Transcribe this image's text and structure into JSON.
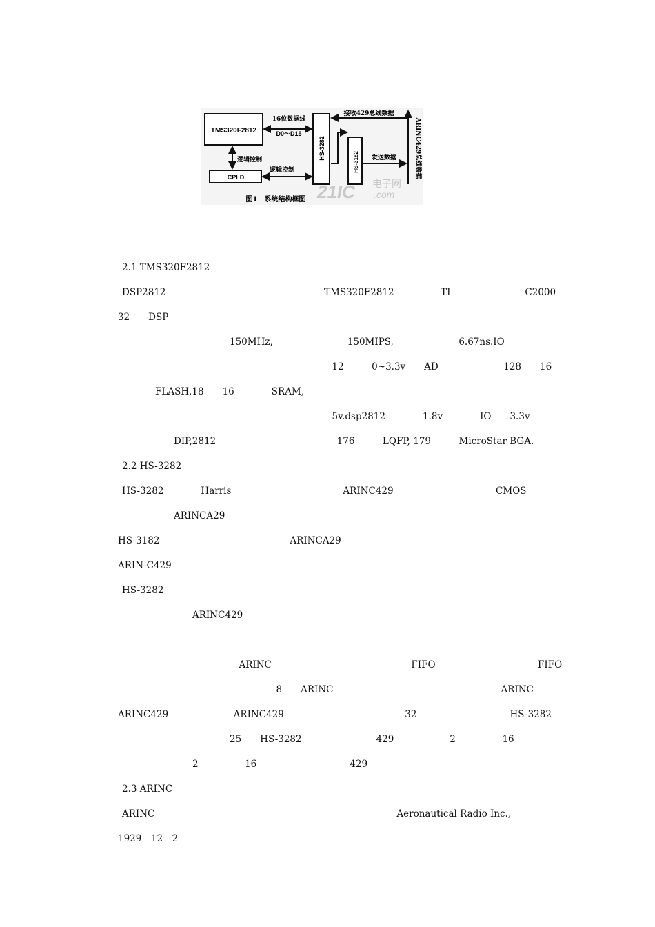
{
  "figure": {
    "cpu_label": "TMS320F2812",
    "cpld_label": "CPLD",
    "bus_label_1": "16位数据线",
    "bus_label_2": "D0～D15",
    "logic_ctrl_1": "逻辑控制",
    "logic_ctrl_2": "逻辑控制",
    "hs3282_label": "HS-3282",
    "hs3182_label": "HS-3182",
    "receive_label": "接收429总线数据",
    "send_label": "发送数据",
    "arinc_bus_label": "ARINC429总线数据",
    "watermark_main": "21IC",
    "watermark_sub": "电子网",
    "watermark_com": ".com",
    "caption": "图1　系统结构框图"
  },
  "lines": [
    "2.1 TMS320F2812",
    "DSP2812　　　　　　　　　　　　　　　　　TMS320F2812　　　　　TI　　　　　　　　C2000　　　",
    "　　32　　DSP　　　　　　　　　　　　　　　　　　　　　　　　　　　　　　　",
    "　　　　　　　　　　　　　　150MHz,　　　　　　　　150MIPS,　　　　　　　6.67ns.IO　　　　",
    "　　　　　　　　　　　　　　　　　　　　　　　　　12　　　0~3.3v　　AD　　　　　　　128　　16",
    "　　　　　　FLASH,18　　16　　　　SRAM,　　　　　　　　　　　　　　　　　　　　　　　　",
    "　　　　　　　　　　　　　　　　　　　　　　　　　5v.dsp2812　　　　1.8v　　　　IO　　3.3v　　　",
    "　　　　　　　　DIP,2812　　　　　　　　　　　　　176　　　LQFP, 179　　　MicroStar BGA.",
    "2.2 HS-3282　",
    "HS-3282　　　　Harris　　　　　　　　　　　　ARINC429　　　　　　　　　　　CMOS　　　",
    "　　　　　　　　ARINCA29　　　　　　　　　　　　　　　　　　　　　　　　　　",
    "　　HS-3182　　　　　　　　　　　　　　ARINCA29　　　　　　　　　　　　　　　　　　　　　",
    "　　ARIN-C429　　　　　　　　　　　　　　　　　　　　",
    "HS-3282　　　　　　　　　　　　　　　　　　　　　　　　　　　　　　　　　　　",
    "　　　　　　　　　　ARINC429　　　　　　　　　　　　　　　　　　　　　　　　　　",
    "　　　　　　　　　　　　　　　　　　　　　　　　　　　　　　　　　　　　　　　　　　　",
    "　　　　　　　　　　　　　　　ARINC　　　　　　　　　　　　　　　FIFO　　　　　　　　　　　FIFO",
    "　　　　　　　　　　　　　　　　　　　8　　ARINC　　　　　　　　　　　　　　　　　　ARINC　　　",
    "　　ARINC429　　　　　　　ARINC429　　　　　　　　　　　　　32　　　　　　　　　　HS-3282",
    "　　　　　　　　　　　　　　25　　HS-3282　　　　　　　　429　　　　　　2　　　　　16　　　",
    "　　　　　　　　　　2　　　　　16　　　　　　　　　　429　　",
    "2.3 ARINC　　　　",
    "ARINC　　　　　　　　　　　　　　　　　　　　　　　　　　Aeronautical Radio Inc.,　",
    "　　1929　12　2　　　　　　　　　　　　　　　　　　　　　　　　　　　　　　　　　"
  ]
}
